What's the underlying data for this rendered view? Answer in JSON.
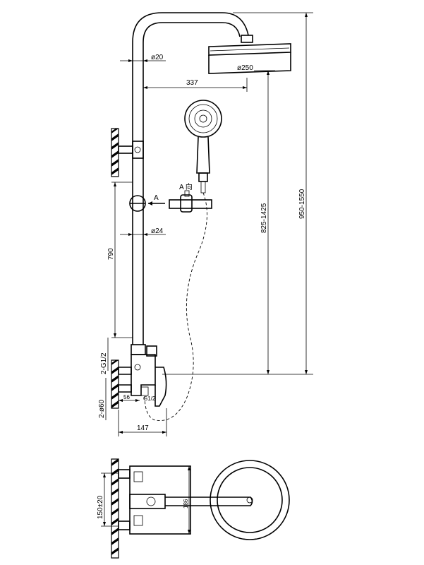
{
  "labels": {
    "pipe_dia": "ø20",
    "head_dia": "ø250",
    "arm_len": "337",
    "slide_dia": "ø24",
    "slide_len": "790",
    "head_height": "825-1425",
    "total_height": "950-1550",
    "section_mark_a": "A",
    "section_view": "A 向",
    "inlets": "2-G1/2",
    "escutcheon": "2-ø60",
    "outlet_offset": "56",
    "outlet_thread": "G1/2",
    "projection": "147",
    "center_distance": "150±20",
    "body_height": "186"
  }
}
